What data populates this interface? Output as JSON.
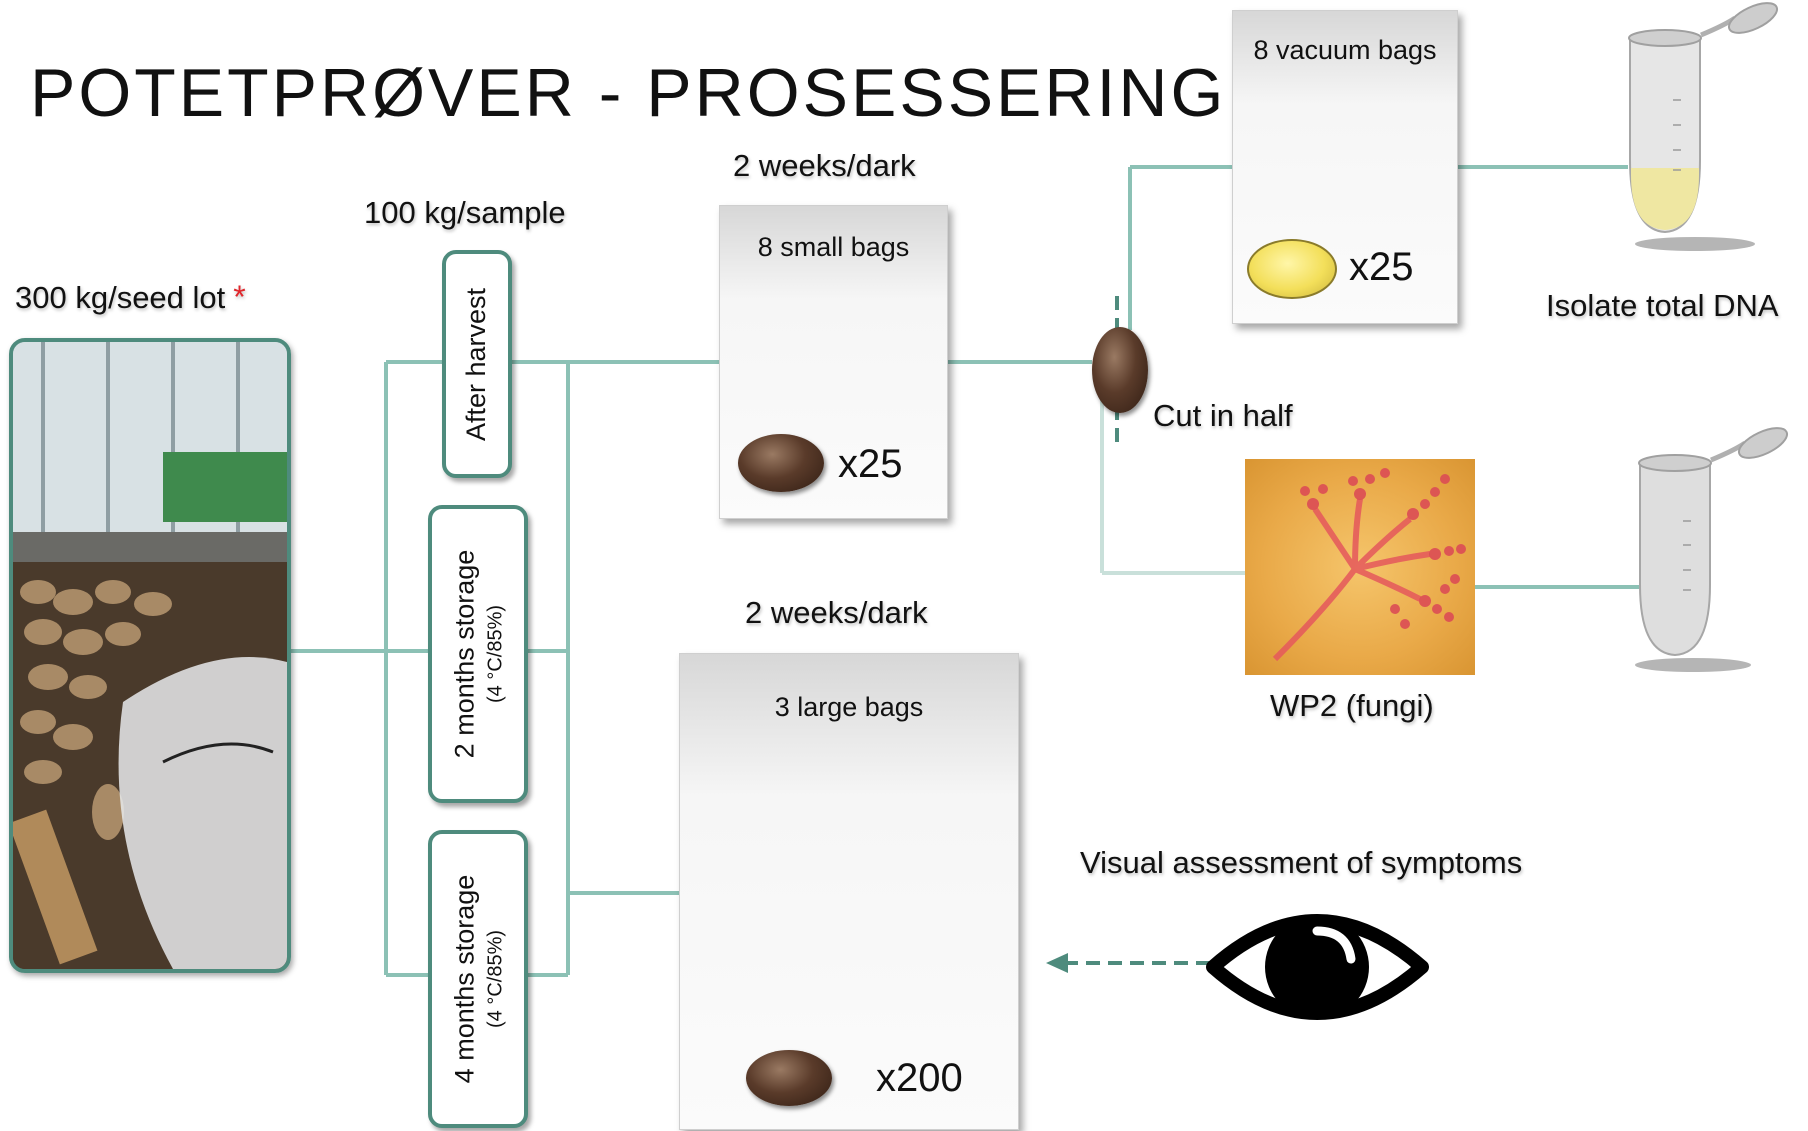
{
  "title": "POTETPRØVER - PROSESSERING",
  "seed_lot": {
    "label": "300 kg/seed lot",
    "marker": "*"
  },
  "per_sample_label": "100 kg/sample",
  "storage": [
    {
      "main": "After harvest",
      "sub": ""
    },
    {
      "main": "2 months storage",
      "sub": "(4 °C/85%)"
    },
    {
      "main": "4 months storage",
      "sub": "(4 °C/85%)"
    }
  ],
  "upper_branch": {
    "duration": "2 weeks/dark",
    "bag_label": "8 small bags",
    "count": "x25"
  },
  "lower_branch": {
    "duration": "2 weeks/dark",
    "bag_label": "3 large bags",
    "count": "x200"
  },
  "cut_label": "Cut in half",
  "vacuum": {
    "bag_label": "8 vacuum bags",
    "count": "x25"
  },
  "dna_label": "Isolate total DNA",
  "fungi_label": "WP2 (fungi)",
  "visual_label": "Visual assessment of symptoms",
  "colors": {
    "accent": "#4e8b7d",
    "connector": "#8cc1b5",
    "marker": "#e0262b"
  },
  "icons": [
    "potato-icon",
    "potato-half-icon",
    "microtube-icon",
    "eye-icon",
    "fungi-micrograph",
    "storage-photo"
  ]
}
